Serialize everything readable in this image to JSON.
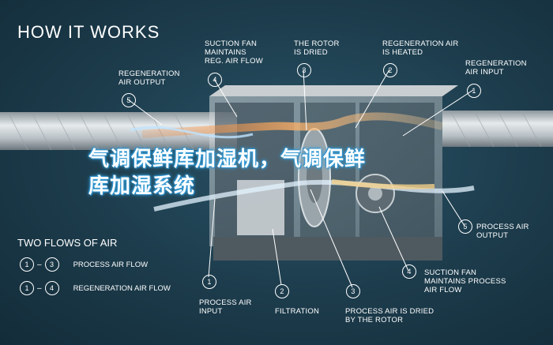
{
  "title": "HOW IT WORKS",
  "overlay_text": "气调保鲜库加湿机，气调保鲜库加湿系统",
  "overlay_lines": [
    "气调保鲜库加湿机，气调保鲜",
    "库加湿系统"
  ],
  "top_labels": [
    {
      "num": "5",
      "lines": [
        "REGENERATION",
        "AIR OUTPUT"
      ]
    },
    {
      "num": "4",
      "lines": [
        "SUCTION FAN",
        "MAINTAINS",
        "REG. AIR FLOW"
      ]
    },
    {
      "num": "3",
      "lines": [
        "THE ROTOR",
        "IS DRIED"
      ]
    },
    {
      "num": "2",
      "lines": [
        "REGENERATION AIR",
        "IS HEATED"
      ]
    },
    {
      "num": "1",
      "lines": [
        "REGENERATION",
        "AIR INPUT"
      ]
    }
  ],
  "bottom_labels": [
    {
      "num": "1",
      "lines": [
        "PROCESS AIR",
        "INPUT"
      ]
    },
    {
      "num": "2",
      "lines": [
        "FILTRATION"
      ]
    },
    {
      "num": "3",
      "lines": [
        "PROCESS AIR IS DRIED",
        "BY THE ROTOR"
      ]
    },
    {
      "num": "4",
      "lines": [
        "SUCTION FAN",
        "MAINTAINS PROCESS",
        "AIR FLOW"
      ]
    },
    {
      "num": "5",
      "lines": [
        "PROCESS AIR",
        "OUTPUT"
      ]
    }
  ],
  "legend": {
    "title": "TWO FLOWS OF AIR",
    "rows": [
      {
        "from": "1",
        "to": "3",
        "label": "PROCESS AIR FLOW"
      },
      {
        "from": "1",
        "to": "4",
        "label": "REGENERATION AIR FLOW"
      }
    ]
  },
  "colors": {
    "background": "#1c3b4b",
    "hot_flow": "#ff8a2a",
    "cool_flow": "#bfe3ff",
    "accent": "#3aa0d8"
  }
}
